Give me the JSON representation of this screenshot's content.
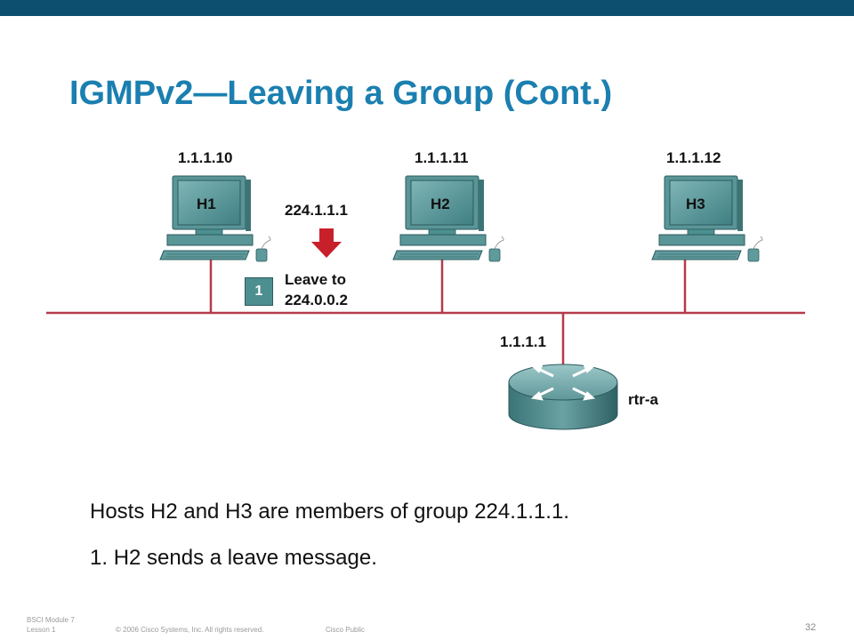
{
  "slide": {
    "title": "IGMPv2—Leaving a Group (Cont.)",
    "page_number": "32"
  },
  "hosts": [
    {
      "name": "H1",
      "ip": "1.1.1.10"
    },
    {
      "name": "H2",
      "ip": "1.1.1.11"
    },
    {
      "name": "H3",
      "ip": "1.1.1.12"
    }
  ],
  "router": {
    "name": "rtr-a",
    "ip": "1.1.1.1"
  },
  "message": {
    "group": "224.1.1.1",
    "step": "1",
    "line1": "Leave to",
    "line2": "224.0.0.2"
  },
  "caption": {
    "line1": "Hosts H2 and H3 are members of group 224.1.1.1.",
    "line2_number": "1.",
    "line2_text": "H2 sends a leave message."
  },
  "footer": {
    "module_line1": "BSCI Module 7",
    "module_line2": "Lesson 1",
    "copyright": "© 2006 Cisco Systems, Inc. All rights reserved.",
    "classification": "Cisco Public"
  },
  "colors": {
    "title": "#1b7fb0",
    "network_line": "#b53a4a",
    "arrow": "#c8202a",
    "device": "#4d8f91",
    "top_bar": "#0d4f6e"
  }
}
